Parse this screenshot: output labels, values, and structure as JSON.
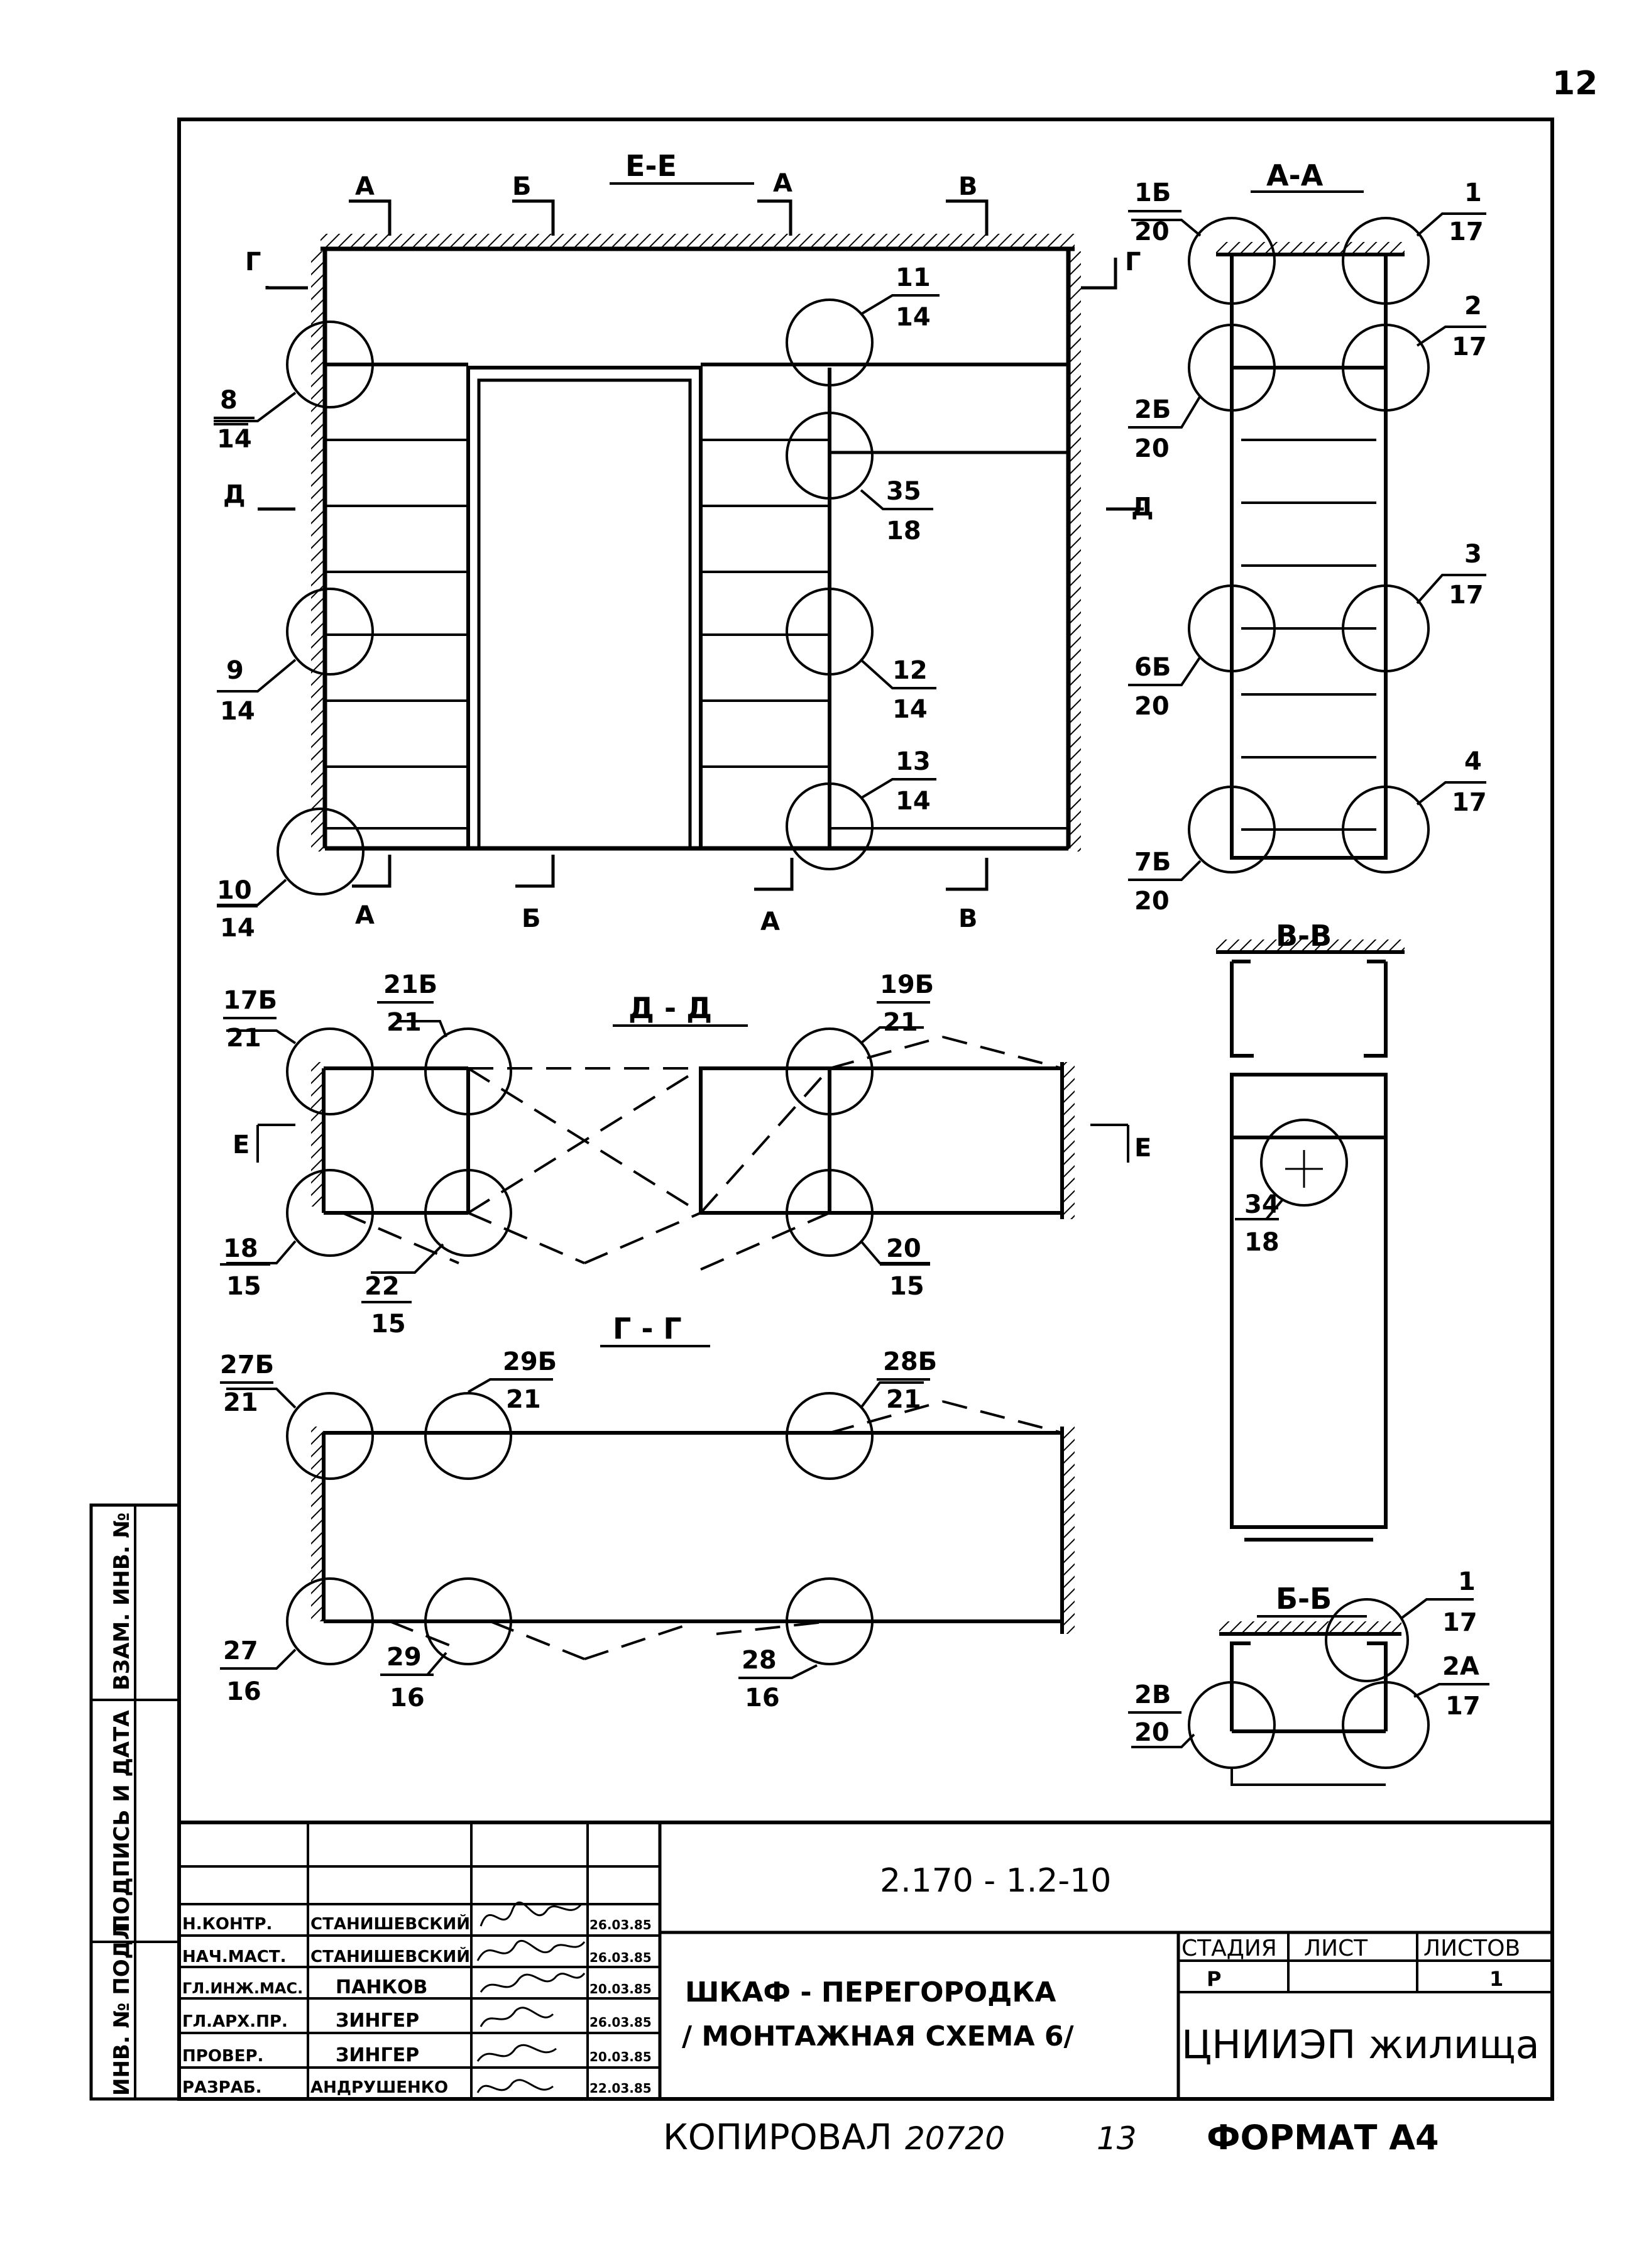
{
  "sheet": {
    "page_number": "12",
    "document_code": "2.170 - 1.2-10",
    "title_line1": "ШКАФ - ПЕРЕГОРОДКА",
    "title_line2": "/ МОНТАЖНАЯ СХЕМА 6/",
    "organization": "ЦНИИЭП жилища",
    "stage_header": "СТАДИЯ",
    "sheet_header": "ЛИСТ",
    "sheets_header": "ЛИСТОВ",
    "stage_value": "Р",
    "sheets_value": "1",
    "footer_copied": "КОПИРОВАЛ",
    "footer_number": "20720",
    "footer_mark": "13",
    "footer_format": "ФОРМАТ А4"
  },
  "side_stamp": {
    "inv_orig": "ИНВ. № ПОДЛ.",
    "sign_date": "ПОДПИСЬ И ДАТА",
    "replace_inv": "ВЗАМ. ИНВ. №"
  },
  "signatures": [
    {
      "role": "Н.КОНТР.",
      "name": "СТАНИШЕВСКИЙ",
      "date": "26.03.85"
    },
    {
      "role": "НАЧ.МАСТ.",
      "name": "СТАНИШЕВСКИЙ",
      "date": "26.03.85"
    },
    {
      "role": "ГЛ.ИНЖ.МАС.",
      "name": "ПАНКОВ",
      "date": "20.03.85"
    },
    {
      "role": "ГЛ.АРХ.ПР.",
      "name": "ЗИНГЕР",
      "date": "26.03.85"
    },
    {
      "role": "ПРОВЕР.",
      "name": "ЗИНГЕР",
      "date": "20.03.85"
    },
    {
      "role": "РАЗРАБ.",
      "name": "АНДРУШЕНКО",
      "date": "22.03.85"
    }
  ],
  "views": {
    "ee": "Е-Е",
    "aa": "А-А",
    "vv": "В-В",
    "dd": "Д - Д",
    "gg": "Г - Г",
    "bb": "Б-Б"
  },
  "section_marks": {
    "a": "А",
    "b": "Б",
    "v": "В",
    "g": "Г",
    "d": "Д",
    "e": "Е"
  },
  "callouts": {
    "c8": {
      "top": "8",
      "bottom": "14"
    },
    "c9": {
      "top": "9",
      "bottom": "14"
    },
    "c10": {
      "top": "10",
      "bottom": "14"
    },
    "c11": {
      "top": "11",
      "bottom": "14"
    },
    "c35": {
      "top": "35",
      "bottom": "18"
    },
    "c12": {
      "top": "12",
      "bottom": "14"
    },
    "c13": {
      "top": "13",
      "bottom": "14"
    },
    "c1b": {
      "top": "1Б",
      "bottom": "20"
    },
    "c1": {
      "top": "1",
      "bottom": "17"
    },
    "c2": {
      "top": "2",
      "bottom": "17"
    },
    "c2b": {
      "top": "2Б",
      "bottom": "20"
    },
    "c3": {
      "top": "3",
      "bottom": "17"
    },
    "c6b": {
      "top": "6Б",
      "bottom": "20"
    },
    "c4": {
      "top": "4",
      "bottom": "17"
    },
    "c7b": {
      "top": "7Б",
      "bottom": "20"
    },
    "c17b": {
      "top": "17Б",
      "bottom": "21"
    },
    "c21b": {
      "top": "21Б",
      "bottom": "21"
    },
    "c19b": {
      "top": "19Б",
      "bottom": "21"
    },
    "c18": {
      "top": "18",
      "bottom": "15"
    },
    "c22": {
      "top": "22",
      "bottom": "15"
    },
    "c20": {
      "top": "20",
      "bottom": "15"
    },
    "c34": {
      "top": "34",
      "bottom": "18"
    },
    "c27b": {
      "top": "27Б",
      "bottom": "21"
    },
    "c29b": {
      "top": "29Б",
      "bottom": "21"
    },
    "c28b": {
      "top": "28Б",
      "bottom": "21"
    },
    "c27": {
      "top": "27",
      "bottom": "16"
    },
    "c29": {
      "top": "29",
      "bottom": "16"
    },
    "c28": {
      "top": "28",
      "bottom": "16"
    },
    "c1_17": {
      "top": "1",
      "bottom": "17"
    },
    "c2v": {
      "top": "2В",
      "bottom": "20"
    },
    "c2a": {
      "top": "2А",
      "bottom": "17"
    }
  }
}
